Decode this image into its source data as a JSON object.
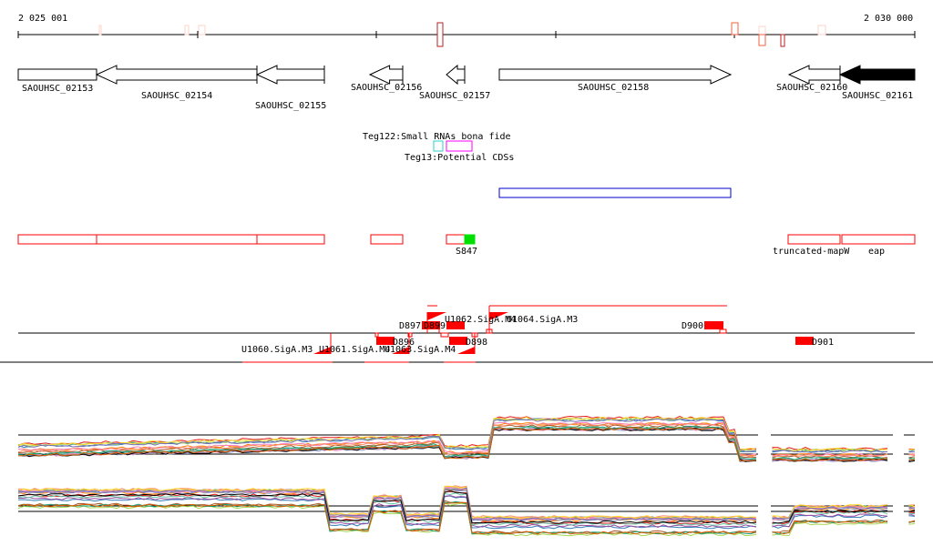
{
  "ruler": {
    "start_label": "2 025 001",
    "end_label": "2 030 000"
  },
  "genes": [
    {
      "name": "SAOUHSC_02153",
      "strand": "none",
      "filled": false
    },
    {
      "name": "SAOUHSC_02154",
      "strand": "-",
      "filled": false
    },
    {
      "name": "SAOUHSC_02155",
      "strand": "-",
      "filled": false
    },
    {
      "name": "SAOUHSC_02156",
      "strand": "-",
      "filled": false
    },
    {
      "name": "SAOUHSC_02157",
      "strand": "-",
      "filled": false
    },
    {
      "name": "SAOUHSC_02158",
      "strand": "+",
      "filled": false
    },
    {
      "name": "SAOUHSC_02160",
      "strand": "-",
      "filled": false
    },
    {
      "name": "SAOUHSC_02161",
      "strand": "-",
      "filled": true
    }
  ],
  "tracks": {
    "teg122": "Teg122:Small RNAs bona fide",
    "teg13": "Teg13:Potential CDSs"
  },
  "features": {
    "s847": "S847",
    "truncated": "truncated-mapW",
    "eap": "eap"
  },
  "tss": {
    "d897": "D897",
    "d899": "D899",
    "d896": "D896",
    "d898": "D898",
    "d900": "D900",
    "d901": "D901",
    "u1062": "U1062.SigA.M4",
    "u1064": "U1064.SigA.M3",
    "u1060": "U1060.SigA.M3",
    "u1061": "U1061.SigA.M4",
    "u1063": "U1063.SigA.M4"
  },
  "colors": {
    "red": "#ff0000",
    "green": "#00e000",
    "blue": "#0000cc",
    "cyan": "#33cccc",
    "magenta": "#ff00ff",
    "series": [
      "#e41a1c",
      "#377eb8",
      "#4daf4a",
      "#984ea3",
      "#ff7f00",
      "#a65628",
      "#f781bf",
      "#999999",
      "#66c2a5",
      "#fc8d62",
      "#8da0cb",
      "#e78ac3",
      "#a6d854",
      "#ffd92f",
      "#000000",
      "#1b9e77",
      "#d95f02",
      "#7570b3"
    ]
  }
}
